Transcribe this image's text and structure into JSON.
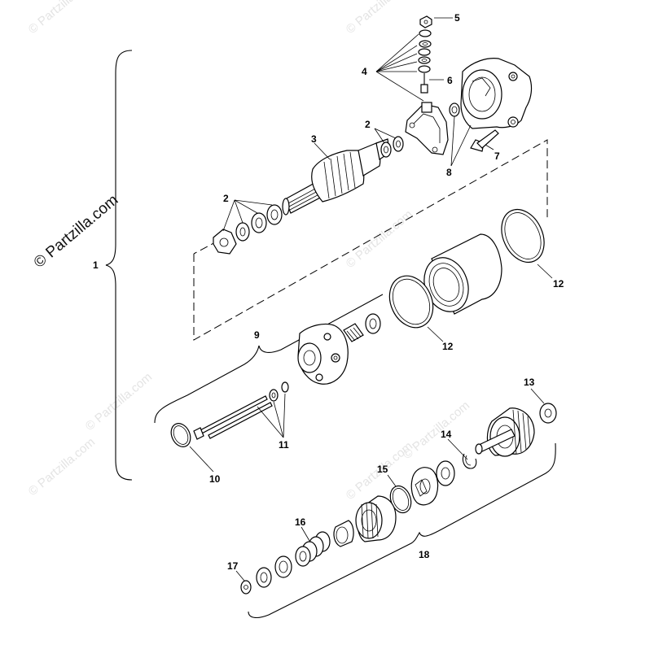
{
  "watermarks": {
    "main": "© Partzilla.com",
    "faint": "© Partzilla.com"
  },
  "callouts": {
    "c1": "1",
    "c2a": "2",
    "c2b": "2",
    "c3": "3",
    "c4": "4",
    "c5": "5",
    "c6": "6",
    "c7": "7",
    "c8": "8",
    "c9": "9",
    "c10": "10",
    "c11": "11",
    "c12a": "12",
    "c12b": "12",
    "c13": "13",
    "c14": "14",
    "c15": "15",
    "c16": "16",
    "c17": "17",
    "c18": "18"
  },
  "colors": {
    "line": "#000000",
    "background": "#ffffff",
    "watermark": "#e4e4e4"
  }
}
